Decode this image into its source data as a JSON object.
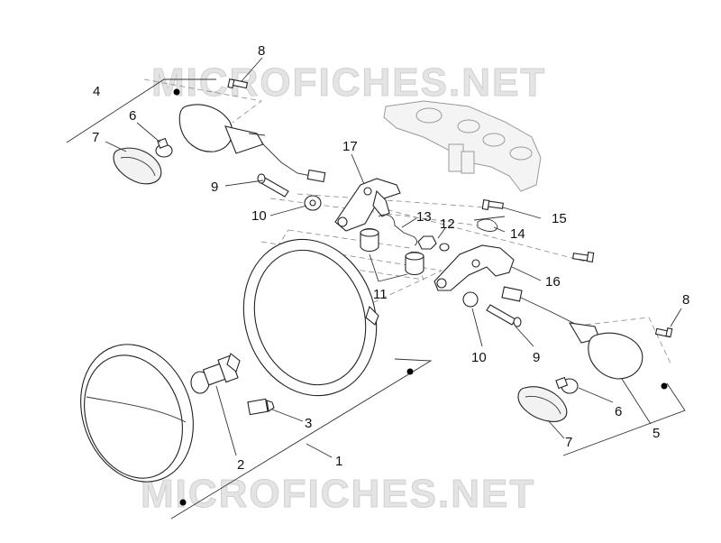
{
  "watermark": {
    "top": "MICROFICHES.NET",
    "bottom": "MICROFICHES.NET"
  },
  "callouts": [
    {
      "id": "c8a",
      "label": "8"
    },
    {
      "id": "c4",
      "label": "4"
    },
    {
      "id": "c6a",
      "label": "6"
    },
    {
      "id": "c7a",
      "label": "7"
    },
    {
      "id": "c17",
      "label": "17"
    },
    {
      "id": "c9a",
      "label": "9"
    },
    {
      "id": "c10a",
      "label": "10"
    },
    {
      "id": "c13",
      "label": "13"
    },
    {
      "id": "c12",
      "label": "12"
    },
    {
      "id": "c14",
      "label": "14"
    },
    {
      "id": "c15",
      "label": "15"
    },
    {
      "id": "c11",
      "label": "11"
    },
    {
      "id": "c16",
      "label": "16"
    },
    {
      "id": "c8b",
      "label": "8"
    },
    {
      "id": "c10b",
      "label": "10"
    },
    {
      "id": "c9b",
      "label": "9"
    },
    {
      "id": "c6b",
      "label": "6"
    },
    {
      "id": "c5",
      "label": "5"
    },
    {
      "id": "c7b",
      "label": "7"
    },
    {
      "id": "c3",
      "label": "3"
    },
    {
      "id": "c2",
      "label": "2"
    },
    {
      "id": "c1",
      "label": "1"
    }
  ]
}
